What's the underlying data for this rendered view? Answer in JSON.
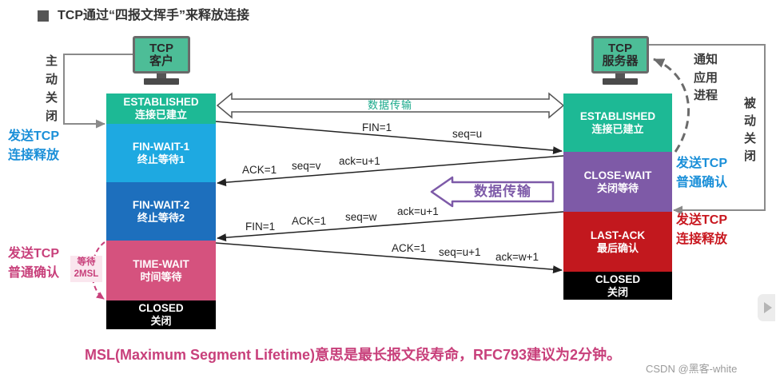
{
  "title": "TCP通过“四报文挥手”来释放连接",
  "client": {
    "line1": "TCP",
    "line2": "客户"
  },
  "server": {
    "line1": "TCP",
    "line2": "服务器"
  },
  "client_states": [
    {
      "name": "ESTABLISHED",
      "desc": "连接已建立",
      "color": "#1db995"
    },
    {
      "name": "FIN-WAIT-1",
      "desc": "终止等待1",
      "color": "#1ea9e1"
    },
    {
      "name": "FIN-WAIT-2",
      "desc": "终止等待2",
      "color": "#1d6fbd"
    },
    {
      "name": "TIME-WAIT",
      "desc": "时间等待",
      "color": "#d5527e"
    },
    {
      "name": "CLOSED",
      "desc": "关闭",
      "color": "#000000"
    }
  ],
  "server_states": [
    {
      "name": "ESTABLISHED",
      "desc": "连接已建立",
      "color": "#1db995"
    },
    {
      "name": "CLOSE-WAIT",
      "desc": "关闭等待",
      "color": "#7e5aa7"
    },
    {
      "name": "LAST-ACK",
      "desc": "最后确认",
      "color": "#c2181e"
    },
    {
      "name": "CLOSED",
      "desc": "关闭",
      "color": "#000000"
    }
  ],
  "data_transfer": {
    "label": "数据传输",
    "color": "#1aa98b"
  },
  "server_data_transfer": {
    "label": "数据传输",
    "color": "#7d5aa8"
  },
  "segments": [
    {
      "fields": [
        "FIN=1",
        "seq=u"
      ]
    },
    {
      "fields": [
        "ACK=1",
        "seq=v",
        "ack=u+1"
      ]
    },
    {
      "fields": [
        "FIN=1",
        "ACK=1",
        "seq=w",
        "ack=u+1"
      ]
    },
    {
      "fields": [
        "ACK=1",
        "seq=u+1",
        "ack=w+1"
      ]
    }
  ],
  "client_annotations": {
    "active_close": "主动关闭",
    "send_fin": {
      "line1": "发送TCP",
      "line2": "连接释放",
      "color": "#1a8fd8"
    },
    "send_ack": {
      "line1": "发送TCP",
      "line2": "普通确认",
      "color": "#c8407b"
    },
    "wait_2msl": {
      "line1": "等待",
      "line2": "2MSL",
      "color": "#c8407b"
    }
  },
  "server_annotations": {
    "notify_app": [
      "通知",
      "应用",
      "进程"
    ],
    "passive_close": "被动关闭",
    "send_ack": {
      "line1": "发送TCP",
      "line2": "普通确认",
      "color": "#1a8fd8"
    },
    "send_fin": {
      "line1": "发送TCP",
      "line2": "连接释放",
      "color": "#c8171f"
    }
  },
  "footnote": {
    "text": "MSL(Maximum Segment Lifetime)意思是最长报文段寿命，RFC793建议为2分钟。",
    "color": "#c8407b"
  },
  "watermark": "CSDN @黑客-white",
  "icons": {
    "title_bullet": "square-bullet-icon",
    "client": "computer-icon",
    "server": "computer-icon",
    "overlay": "play-icon"
  }
}
